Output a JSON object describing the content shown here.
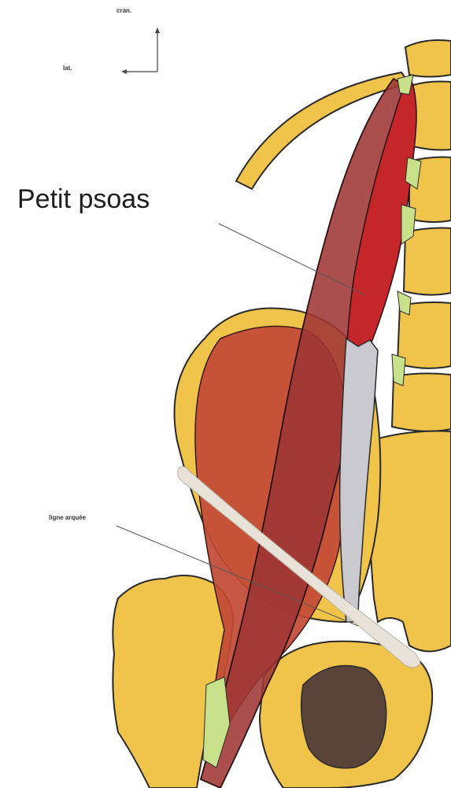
{
  "orientation": {
    "cranial_label": "cran.",
    "lateral_label": "lat."
  },
  "labels": {
    "petit_psoas": "Petit psoas",
    "ligne_arquee": "ligne arquée"
  },
  "colors": {
    "bone": "#f0c34a",
    "bone_outline": "#2a2a2a",
    "psoas_major": "#a93a3a",
    "petit_psoas": "#c02a2a",
    "iliacus": "#c24a35",
    "tendon": "#c9c9cf",
    "cartilage": "#c9e08a",
    "acetabulum": "#5a4439",
    "arcuate_line": "#e8e2d8",
    "leader": "#555555"
  }
}
